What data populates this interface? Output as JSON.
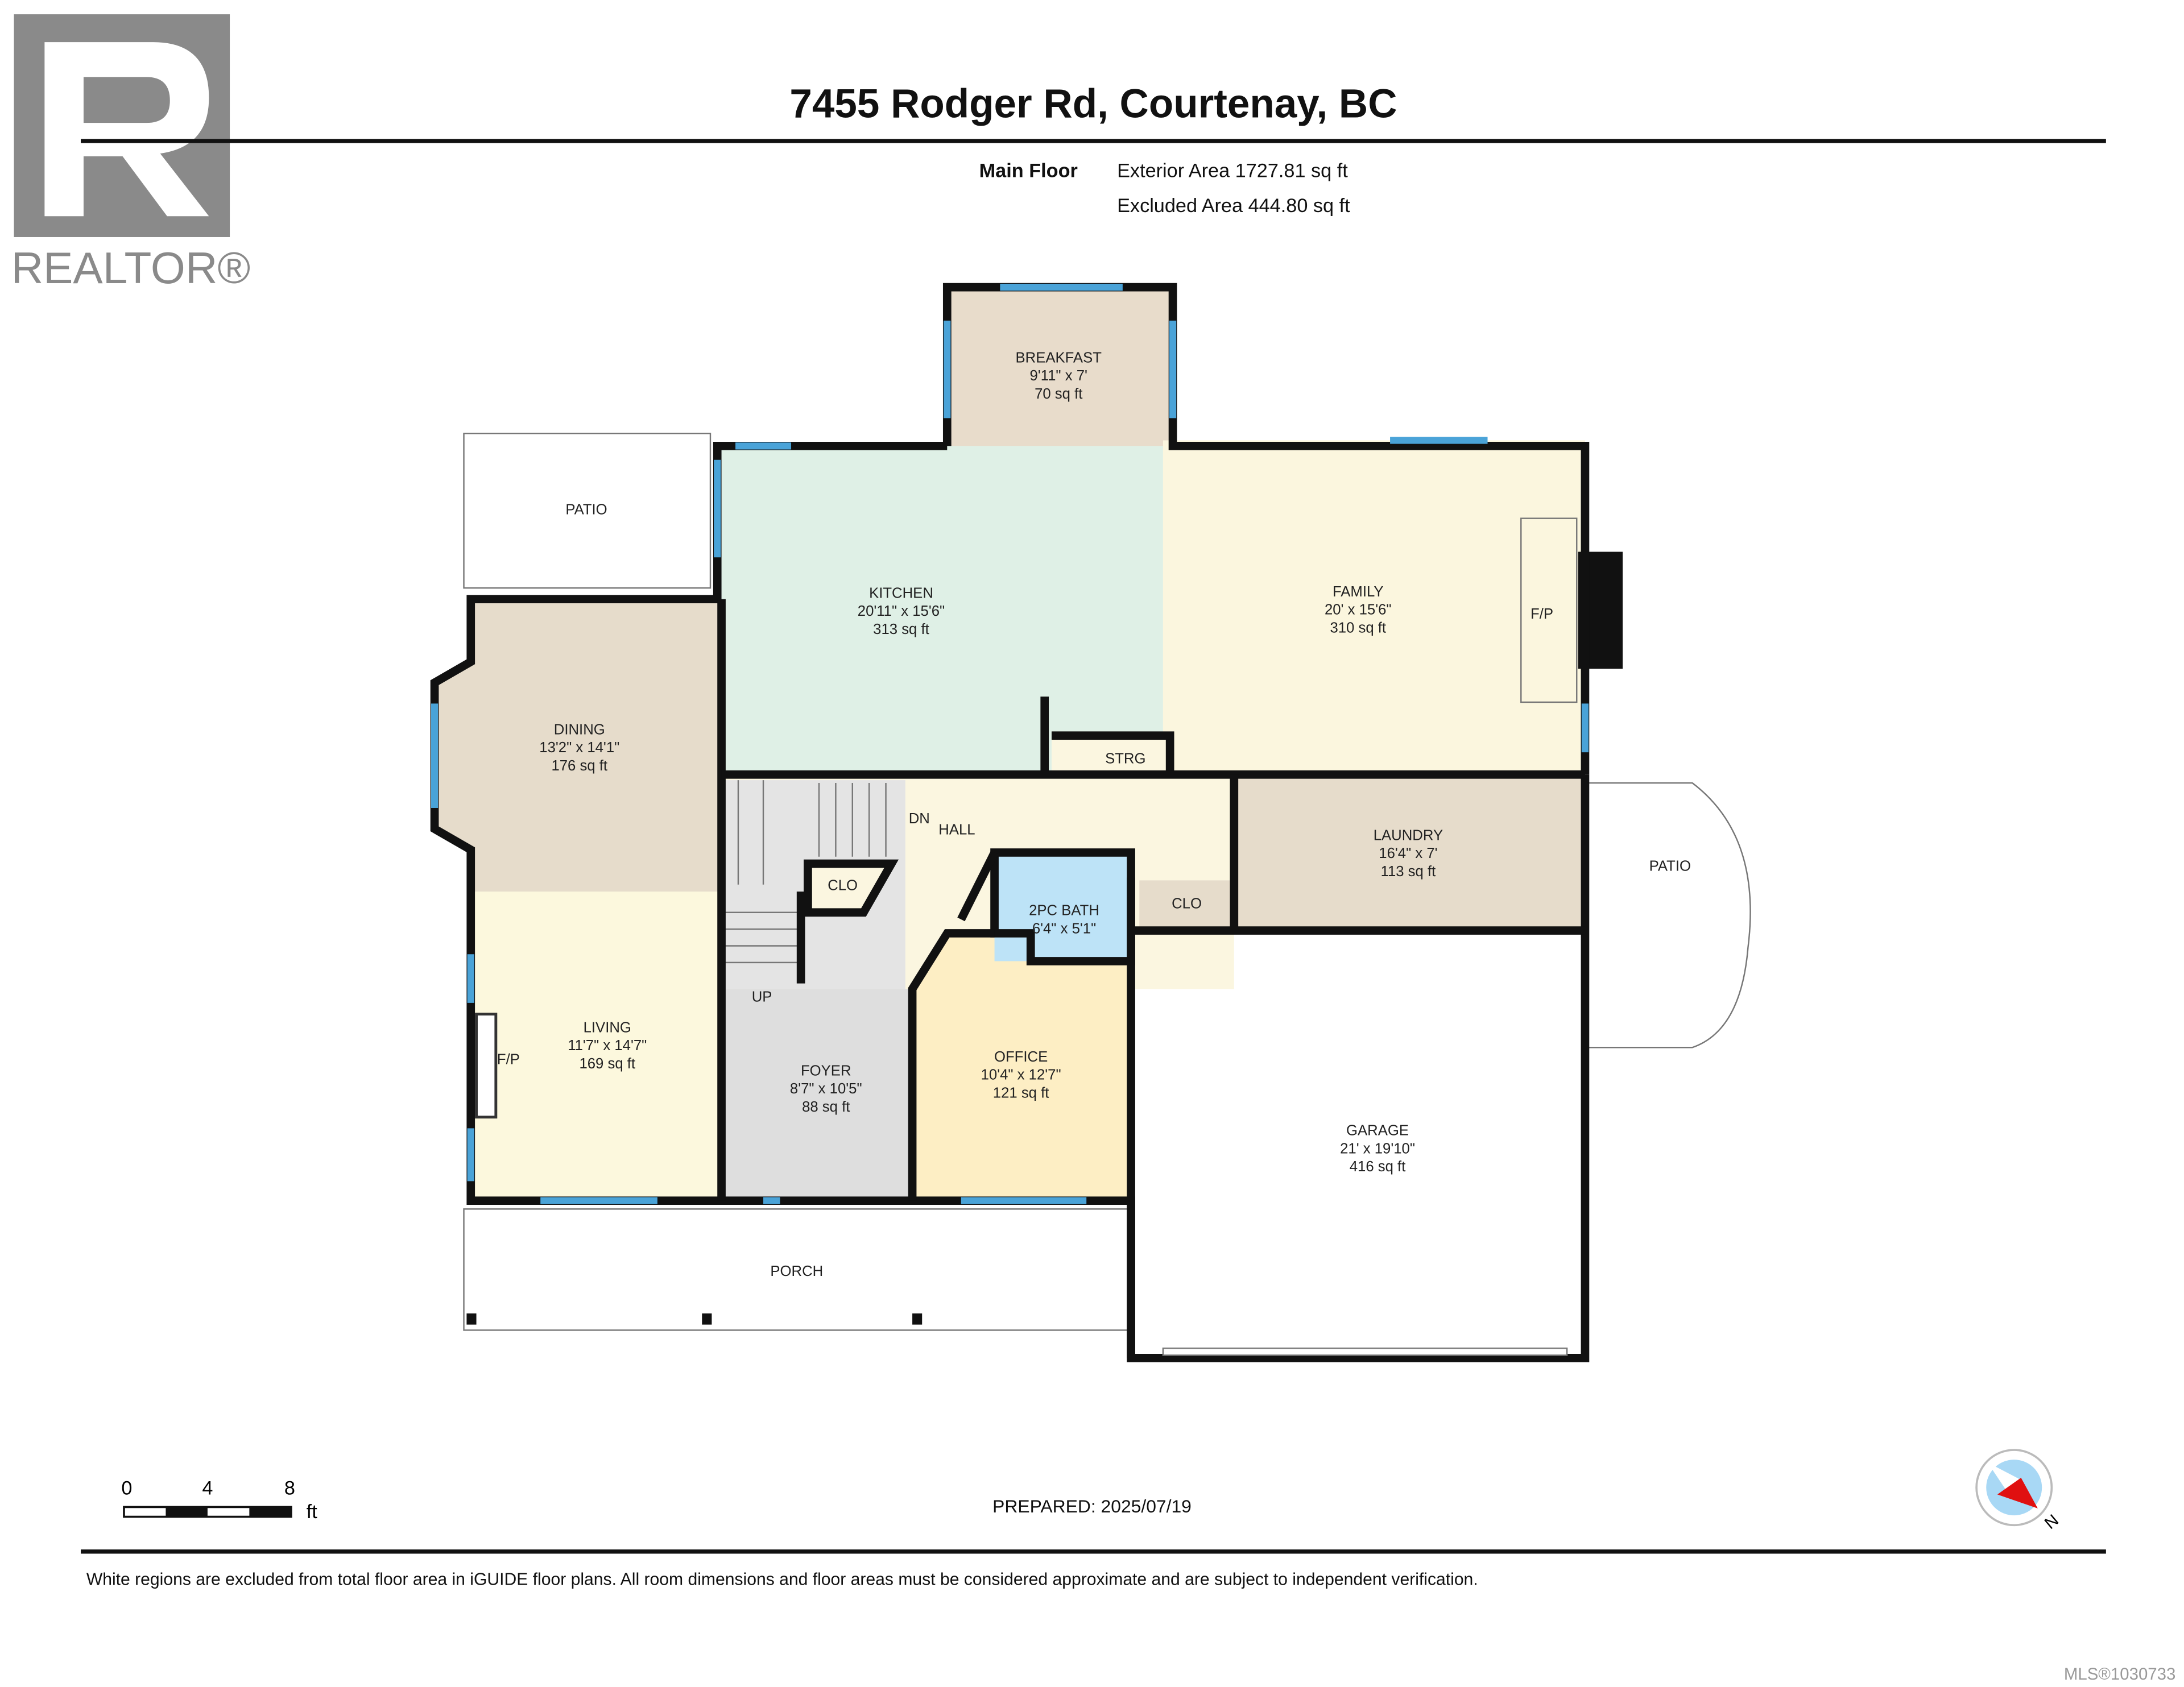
{
  "header": {
    "title": "7455 Rodger Rd, Courtenay, BC",
    "floor_label": "Main Floor",
    "exterior_area": "Exterior Area 1727.81 sq ft",
    "excluded_area": "Excluded Area 444.80 sq ft"
  },
  "logo": {
    "text": "REALTOR®"
  },
  "rooms": {
    "breakfast": {
      "name": "BREAKFAST",
      "dims": "9'11\" x 7'",
      "area": "70 sq ft"
    },
    "kitchen": {
      "name": "KITCHEN",
      "dims": "20'11\" x 15'6\"",
      "area": "313 sq ft"
    },
    "family": {
      "name": "FAMILY",
      "dims": "20' x 15'6\"",
      "area": "310 sq ft"
    },
    "dining": {
      "name": "DINING",
      "dims": "13'2\" x 14'1\"",
      "area": "176 sq ft"
    },
    "living": {
      "name": "LIVING",
      "dims": "11'7\" x 14'7\"",
      "area": "169 sq ft"
    },
    "foyer": {
      "name": "FOYER",
      "dims": "8'7\" x 10'5\"",
      "area": "88 sq ft"
    },
    "office": {
      "name": "OFFICE",
      "dims": "10'4\" x 12'7\"",
      "area": "121 sq ft"
    },
    "bath": {
      "name": "2PC BATH",
      "dims": "6'4\" x 5'1\""
    },
    "laundry": {
      "name": "LAUNDRY",
      "dims": "16'4\" x 7'",
      "area": "113 sq ft"
    },
    "garage": {
      "name": "GARAGE",
      "dims": "21' x 19'10\"",
      "area": "416 sq ft"
    }
  },
  "labels": {
    "patio_left": "PATIO",
    "patio_right": "PATIO",
    "porch": "PORCH",
    "hall": "HALL",
    "dn": "DN",
    "up": "UP",
    "strg": "STRG",
    "clo_stair": "CLO",
    "clo_hall": "CLO",
    "fp_family": "F/P",
    "fp_living": "F/P"
  },
  "scale_bar": {
    "ticks": [
      "0",
      "4",
      "8"
    ],
    "unit": "ft"
  },
  "prepared": "PREPARED: 2025/07/19",
  "compass": {
    "label": "N"
  },
  "disclaimer": "White regions are excluded from total floor area in iGUIDE floor plans. All room dimensions and floor areas must be considered approximate and are subject to independent verification.",
  "mls": "MLS®1030733",
  "colors": {
    "wall": "#111111",
    "window": "#4aa3d8",
    "kitchen": "#dff0e6",
    "family": "#fbf6de",
    "beige": "#e6dccb",
    "bath": "#bde3f7",
    "office": "#fdeec4",
    "foyer": "#dedede"
  }
}
